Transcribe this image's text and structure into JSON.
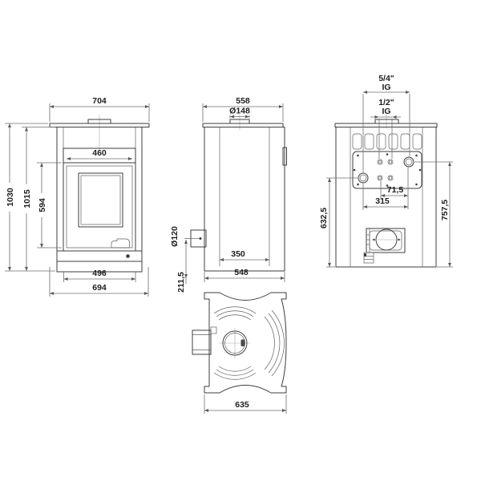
{
  "drawing_title": "stove-technical-drawing",
  "colors": {
    "background": "#ffffff",
    "object_line": "#3d3d3d",
    "dimension_line": "#6f6f6f",
    "text": "#1d1d1d"
  },
  "views": {
    "front": {
      "dims": {
        "top_width": "704",
        "firebox_width": "460",
        "total_height": "1030",
        "body_height": "1015",
        "door_height": "594",
        "bottom_width": "496",
        "base_width": "694"
      }
    },
    "side": {
      "dims": {
        "top_depth": "558",
        "flue_diameter": "Ø148",
        "rear_outlet_diameter": "Ø120",
        "rear_outlet_height": "211,5",
        "firebox_depth": "350",
        "base_depth": "548"
      }
    },
    "rear": {
      "dims": {
        "large_connection_size": "5/4\"",
        "large_connection_thread": "IG",
        "small_connection_size": "1/2\"",
        "small_connection_thread": "IG",
        "connection_offset": "71,5",
        "connection_spacing": "315",
        "lower_connection_height": "632,5",
        "upper_connection_height": "757,5"
      }
    },
    "top": {
      "dims": {
        "plate_width": "635"
      }
    }
  }
}
